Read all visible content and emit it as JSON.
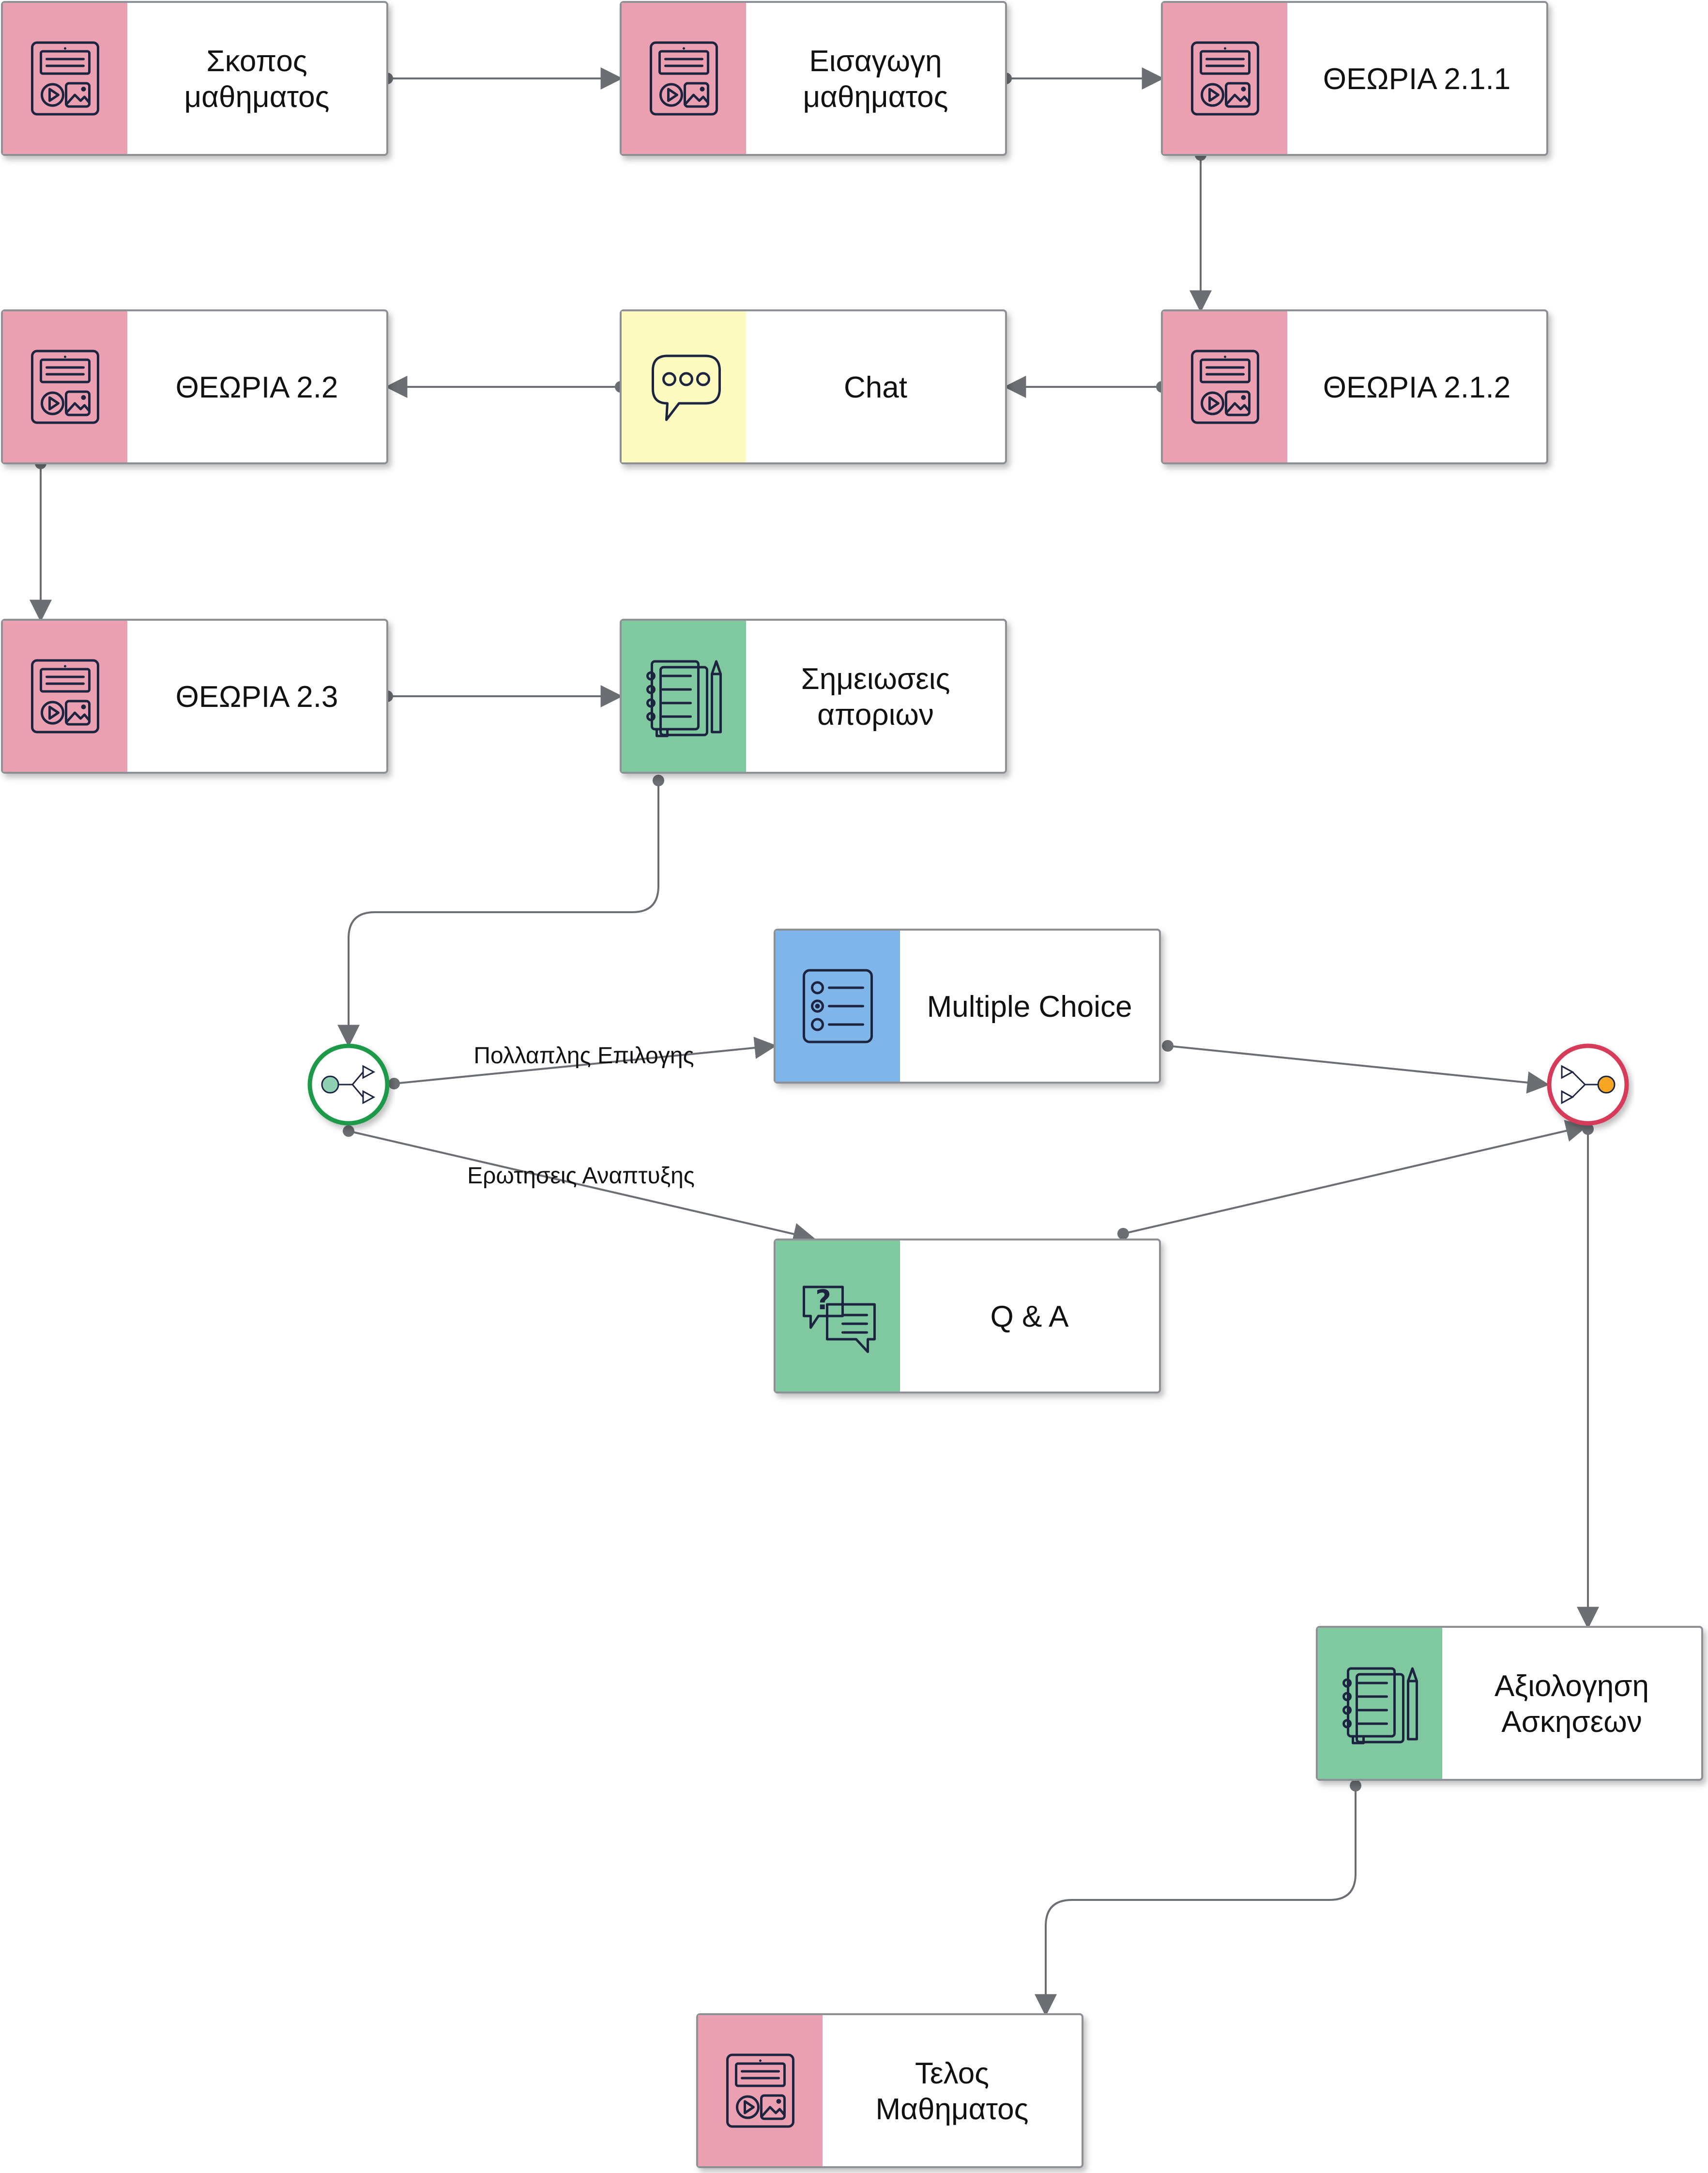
{
  "colors": {
    "content": "#eaa0b0",
    "communication": "#fdfbc0",
    "activity": "#7fc8a0",
    "quiz": "#7fb5e8",
    "start_gateway": "#1f9a4a",
    "end_gateway": "#d63a5a",
    "edge": "#6b6e73"
  },
  "nodes": [
    {
      "id": "n1",
      "label": [
        "Σκοπος",
        "μαθηματος"
      ],
      "kind": "content",
      "icon": "media-content-icon"
    },
    {
      "id": "n2",
      "label": [
        "Εισαγωγη",
        "μαθηματος"
      ],
      "kind": "content",
      "icon": "media-content-icon"
    },
    {
      "id": "n3",
      "label": [
        "ΘΕΩΡΙΑ 2.1.1"
      ],
      "kind": "content",
      "icon": "media-content-icon"
    },
    {
      "id": "n4",
      "label": [
        "ΘΕΩΡΙΑ 2.1.2"
      ],
      "kind": "content",
      "icon": "media-content-icon"
    },
    {
      "id": "n5",
      "label": [
        "Chat"
      ],
      "kind": "communication",
      "icon": "chat-bubble-icon"
    },
    {
      "id": "n6",
      "label": [
        "ΘΕΩΡΙΑ 2.2"
      ],
      "kind": "content",
      "icon": "media-content-icon"
    },
    {
      "id": "n7",
      "label": [
        "ΘΕΩΡΙΑ 2.3"
      ],
      "kind": "content",
      "icon": "media-content-icon"
    },
    {
      "id": "n8",
      "label": [
        "Σημειωσεις",
        "αποριων"
      ],
      "kind": "activity",
      "icon": "notebook-pencil-icon"
    },
    {
      "id": "n9",
      "label": [
        "Multiple Choice"
      ],
      "kind": "quiz",
      "icon": "checklist-icon"
    },
    {
      "id": "n10",
      "label": [
        "Q & A"
      ],
      "kind": "activity",
      "icon": "question-chat-icon"
    },
    {
      "id": "n11",
      "label": [
        "Αξιολογηση",
        "Ασκησεων"
      ],
      "kind": "activity",
      "icon": "notebook-pencil-icon"
    },
    {
      "id": "n12",
      "label": [
        "Τελος",
        "Μαθηματος"
      ],
      "kind": "content",
      "icon": "media-content-icon"
    }
  ],
  "gateways": [
    {
      "id": "g1",
      "type": "split",
      "icon": "split-gateway-icon"
    },
    {
      "id": "g2",
      "type": "merge",
      "icon": "merge-gateway-icon"
    }
  ],
  "edges": [
    {
      "from": "n1",
      "to": "n2"
    },
    {
      "from": "n2",
      "to": "n3"
    },
    {
      "from": "n3",
      "to": "n4"
    },
    {
      "from": "n4",
      "to": "n5"
    },
    {
      "from": "n5",
      "to": "n6"
    },
    {
      "from": "n6",
      "to": "n7"
    },
    {
      "from": "n7",
      "to": "n8"
    },
    {
      "from": "n8",
      "to": "g1"
    },
    {
      "from": "g1",
      "to": "n9",
      "label": "Πολλαπλης Επιλογης"
    },
    {
      "from": "g1",
      "to": "n10",
      "label": "Ερωτησεις Αναπτυξης"
    },
    {
      "from": "n9",
      "to": "g2"
    },
    {
      "from": "n10",
      "to": "g2"
    },
    {
      "from": "g2",
      "to": "n11"
    },
    {
      "from": "n11",
      "to": "n12"
    }
  ]
}
